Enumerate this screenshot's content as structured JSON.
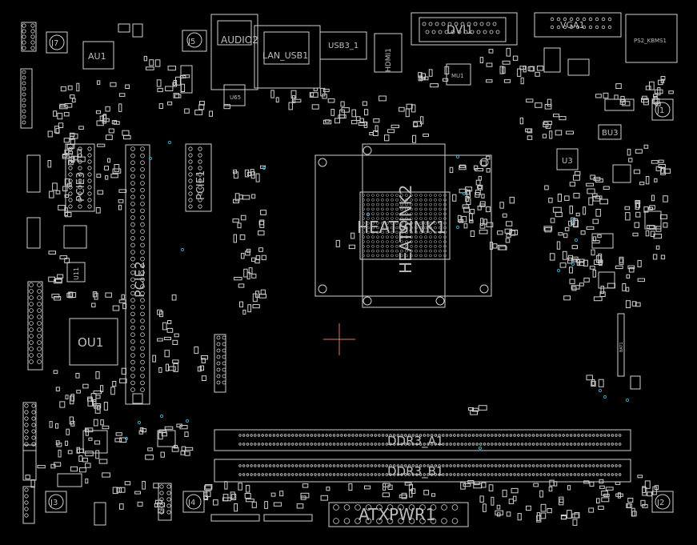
{
  "colors": {
    "background": "#000000",
    "outline": "#d0d0d0",
    "label": "#bdbdbd",
    "via": "#3aa6c8",
    "cursor": "#d77a7a"
  },
  "labels": {
    "au1": "AU1",
    "j7": "J7",
    "j5": "J5",
    "audio2": "AUDIO2",
    "lan_usb1": "LAN_USB1",
    "usb3_1": "USB3_1",
    "hdmi1": "HDMI1",
    "dvi1": "DVI1",
    "vga1": "VGA1",
    "ps2_kbms1": "PS2_KBMS1",
    "mu1": "MU1",
    "u65": "U65",
    "pcie3": "PCIE3",
    "pcie1": "PCIE1",
    "pcie2": "PCIE2",
    "heatsink1": "HEATSINK1",
    "heatsink2": "HEATSINK2",
    "u3": "U3",
    "ou1": "OU1",
    "u11": "U11",
    "bu3": "BU3",
    "ddr3_a1": "DDR3_A1",
    "ddr3_b1": "DDR3_B1",
    "atxpwr1": "ATXPWR1",
    "j4": "J4",
    "j3": "J3",
    "j2": "J2",
    "j1": "J1",
    "bat1": "BAT1"
  }
}
